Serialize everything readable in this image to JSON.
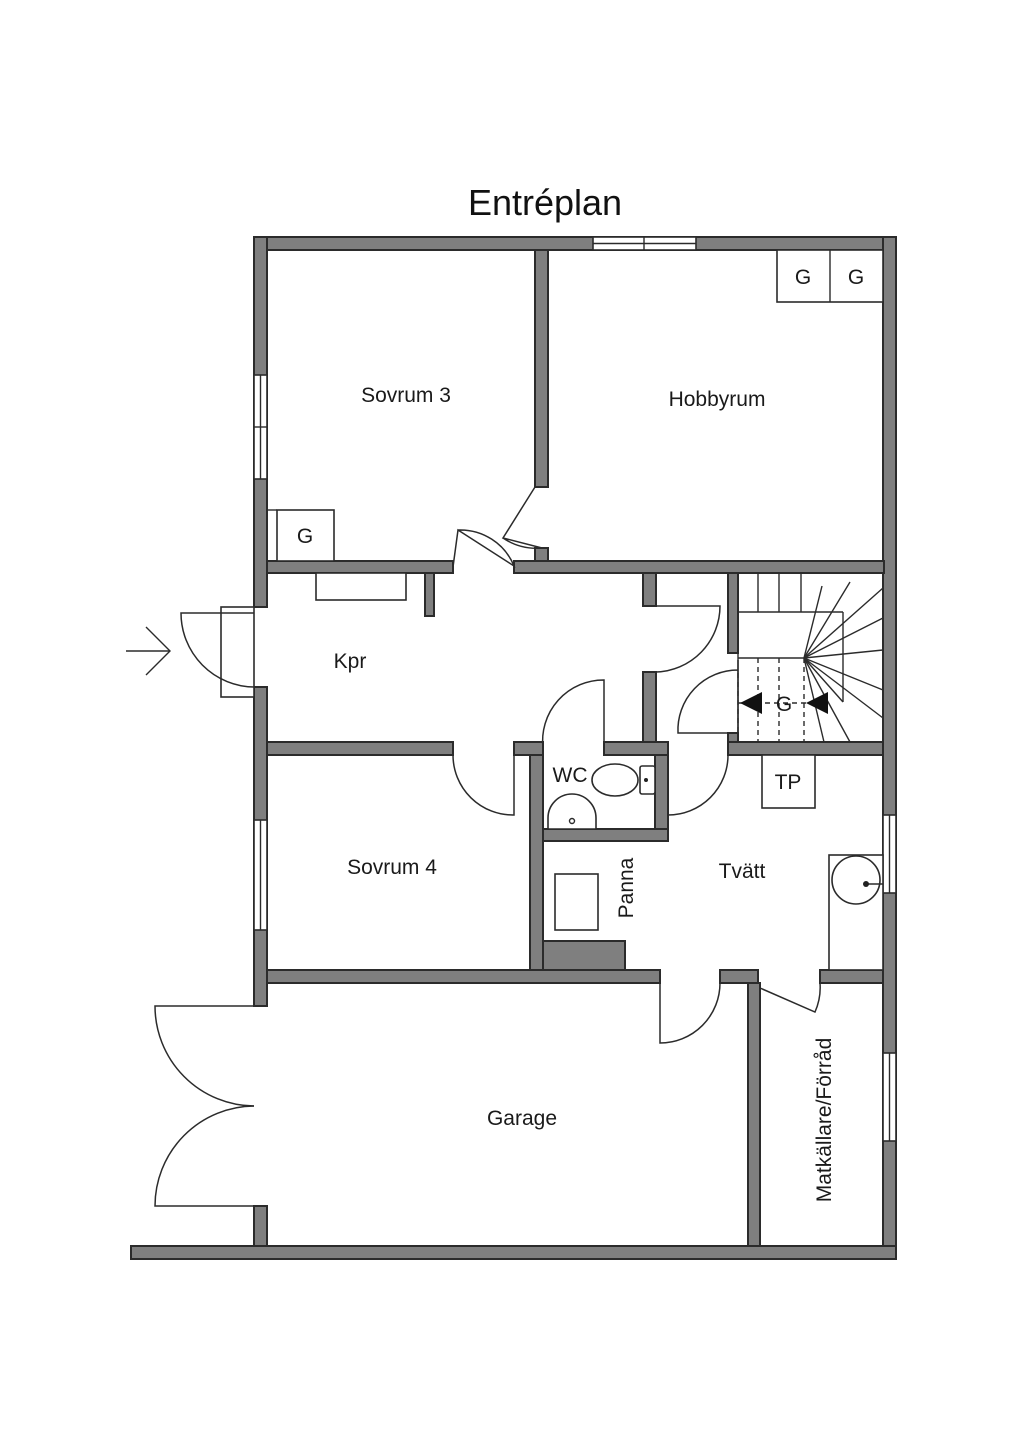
{
  "title": "Entréplan",
  "rooms": {
    "sovrum3": "Sovrum 3",
    "hobbyrum": "Hobbyrum",
    "kpr": "Kpr",
    "wc": "WC",
    "sovrum4": "Sovrum 4",
    "panna": "Panna",
    "tvatt": "Tvätt",
    "garage": "Garage",
    "matkallare": "Matkällare/Förråd"
  },
  "symbols": {
    "wardrobe": "G",
    "heat_pump": "TP"
  },
  "icons": {
    "entrance_arrow": "arrow-right-icon",
    "door": "door-swing-icon",
    "window": "window-icon",
    "toilet": "toilet-icon",
    "sink": "sink-icon",
    "stairs": "stairs-icon"
  },
  "colors": {
    "wall": "#7f7f7f",
    "outline": "#2b2b2b",
    "background": "#ffffff"
  }
}
